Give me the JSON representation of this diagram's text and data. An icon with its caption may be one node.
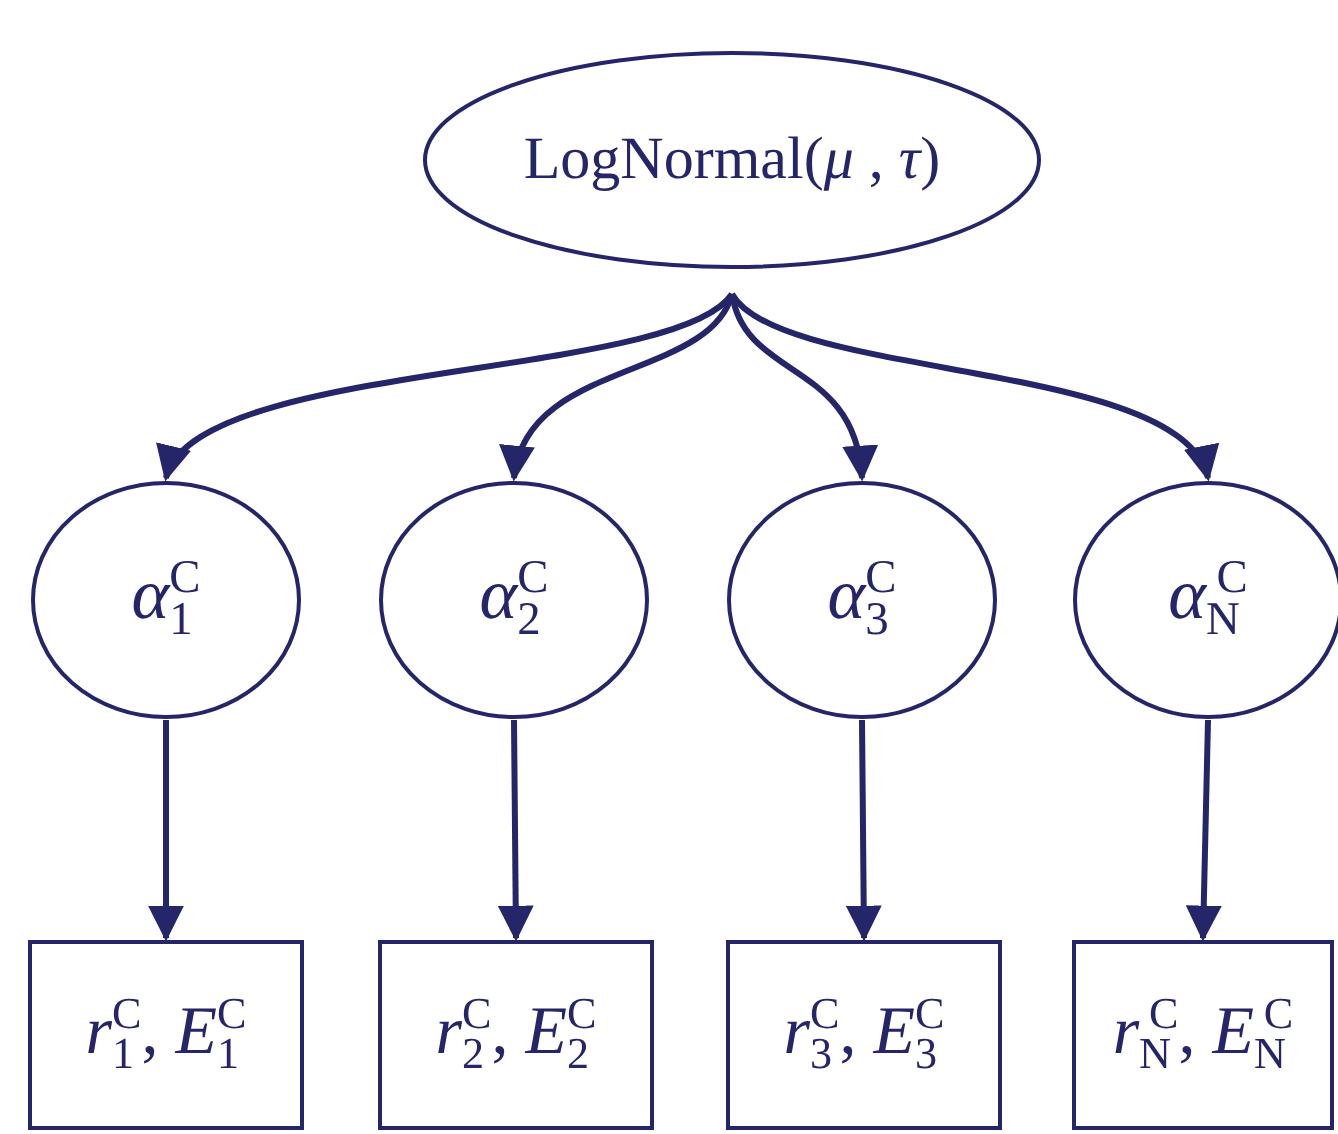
{
  "diagram": {
    "nodes": [
      {
        "text": [
          "LogNormal(*μ* , *τ*)"
        ]
      },
      {
        "text": [
          "*α*$_{1}$$^{C}$"
        ]
      },
      {
        "text": [
          "*α*$_{2}$$^{C}$"
        ]
      },
      {
        "text": [
          "*α*$_{3}$$^{C}$"
        ]
      },
      {
        "text": [
          "*α*$_{N}$$^{C}$"
        ]
      },
      {
        "text": [
          "*r*$_{1}$$^{C}$, *E*$_{1}$$^{C}$"
        ]
      },
      {
        "text": [
          "*r*$_{2}$$^{C}$, *E*$_{2}$$^{C}$"
        ]
      },
      {
        "text": [
          "*r*$_{3}$$^{C}$, *E*$_{3}$$^{C}$"
        ]
      },
      {
        "text": [
          "*r*$_{N}$$^{C}$, *E*$_{N}$$^{C}$"
        ]
      }
    ],
    "edges": [
      {
        "from": 0,
        "to": 1,
        "arrow": "to"
      },
      {
        "from": 0,
        "to": 2,
        "arrow": "to"
      },
      {
        "from": 0,
        "to": 3,
        "arrow": "to"
      },
      {
        "from": 0,
        "to": 4,
        "arrow": "to"
      },
      {
        "from": 1,
        "to": 5,
        "arrow": "to"
      },
      {
        "from": 2,
        "to": 6,
        "arrow": "to"
      },
      {
        "from": 3,
        "to": 7,
        "arrow": "to"
      },
      {
        "from": 4,
        "to": 8,
        "arrow": "to"
      }
    ]
  }
}
